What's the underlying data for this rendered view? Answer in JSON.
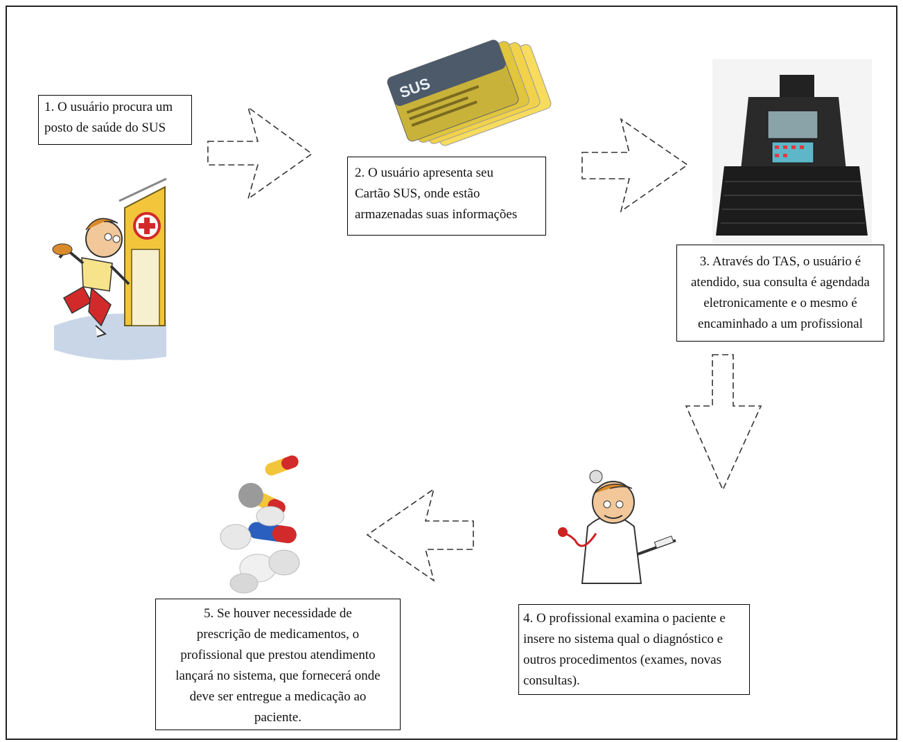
{
  "steps": {
    "step1": [
      "1. O usuário procura um",
      "posto de saúde do SUS"
    ],
    "step2": [
      "2. O usuário apresenta seu",
      "Cartão SUS, onde estão",
      "armazenadas suas informações"
    ],
    "step3": [
      "3. Através do TAS, o usuário é",
      "atendido, sua consulta é agendada",
      "eletronicamente e o mesmo é",
      "encaminhado a um profissional"
    ],
    "step4": [
      "4. O profissional examina o paciente e",
      "insere no sistema qual o diagnóstico e",
      "outros procedimentos (exames, novas",
      "consultas)."
    ],
    "step5": [
      "5. Se houver necessidade de",
      "prescrição de medicamentos, o",
      "profissional que prestou atendimento",
      "lançará no sistema, que fornecerá onde",
      "deve ser entregue a medicação ao",
      "paciente."
    ]
  },
  "images": {
    "card": {
      "label": "SUS",
      "card_colors": [
        "#c9b23a",
        "#e0c53d",
        "#f2d24a",
        "#f7dc5e"
      ]
    },
    "person_icon": "person-running-to-clinic-icon",
    "terminal_icon": "tas-terminal-icon",
    "doctor_icon": "doctor-with-stethoscope-icon",
    "pills_icon": "medication-pills-icon"
  },
  "colors": {
    "border": "#222222",
    "text": "#111111",
    "arrow": "#333333",
    "cross": "#d22a2a"
  }
}
